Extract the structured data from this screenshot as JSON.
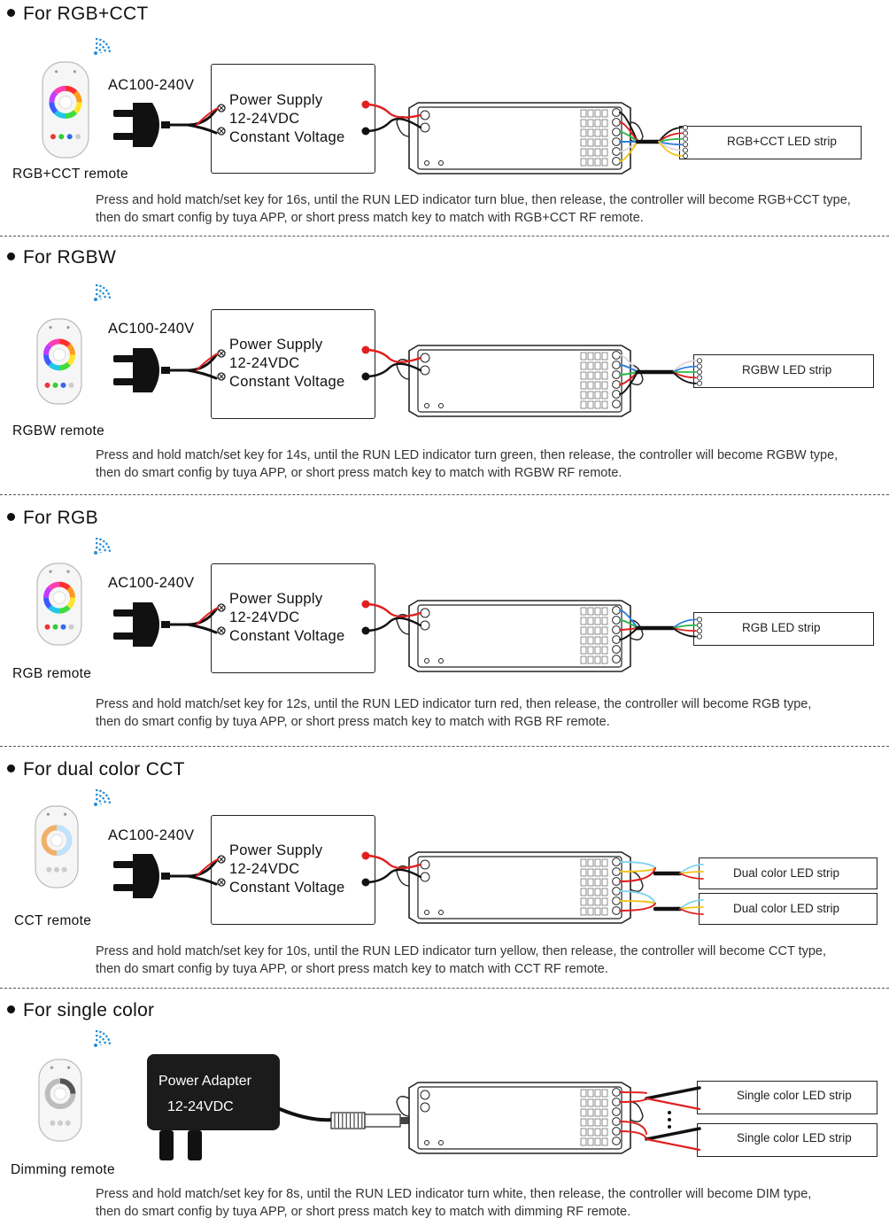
{
  "ac_label": "AC100-240V",
  "power_supply": {
    "line1": "Power Supply",
    "line2": "12-24VDC",
    "line3": "Constant Voltage"
  },
  "adapter": {
    "line1": "Power Adapter",
    "line2": "12-24VDC"
  },
  "sections": [
    {
      "heading": "For RGB+CCT",
      "remote": "RGB+CCT remote",
      "strip": "RGB+CCT LED strip",
      "desc1": "Press and hold match/set key for 16s, until the RUN LED indicator turn blue, then release, the controller will become RGB+CCT type,",
      "desc2": "then do  smart  config by  tuya  APP, or  short press match key to match  with RGB+CCT  RF  remote."
    },
    {
      "heading": "For RGBW",
      "remote": "RGBW remote",
      "strip": "RGBW LED strip",
      "desc1": "Press and hold match/set key for 14s, until the RUN LED indicator turn green, then release, the controller will become RGBW type,",
      "desc2": "then do  smart  config by  tuya  APP, or  short press match key to match  with RGBW  RF  remote."
    },
    {
      "heading": "For RGB",
      "remote": "RGB remote",
      "strip": "RGB LED strip",
      "desc1": "Press and hold match/set key for 12s, until the RUN LED indicator turn red, then release, the controller will become RGB type,",
      "desc2": "then do  smart  config by  tuya  APP, or  short press match key to match  with RGB  RF  remote."
    },
    {
      "heading": "For dual color CCT",
      "remote": "CCT remote",
      "strip": "Dual color LED strip",
      "desc1": "Press and hold match/set key for 10s, until the RUN LED indicator turn yellow, then release, the controller will become CCT type,",
      "desc2": "then do  smart  config by  tuya  APP, or  short press match key to match  with CCT  RF  remote."
    },
    {
      "heading": "For single color",
      "remote": "Dimming remote",
      "strip": "Single color LED strip",
      "desc1": "Press and hold match/set key for 8s, until the RUN LED indicator turn white, then release, the controller will become DIM type,",
      "desc2": "then do  smart  config by  tuya  APP, or  short press match key to match with dimming  RF  remote."
    }
  ],
  "colors": {
    "wire_red": "#e02020",
    "wire_black": "#111111",
    "wire_green": "#2eb84a",
    "wire_blue": "#2f7fe0",
    "wire_yellow": "#f0c419",
    "wire_cyan": "#7fd6f0",
    "wire_white": "#d8d8d8"
  }
}
